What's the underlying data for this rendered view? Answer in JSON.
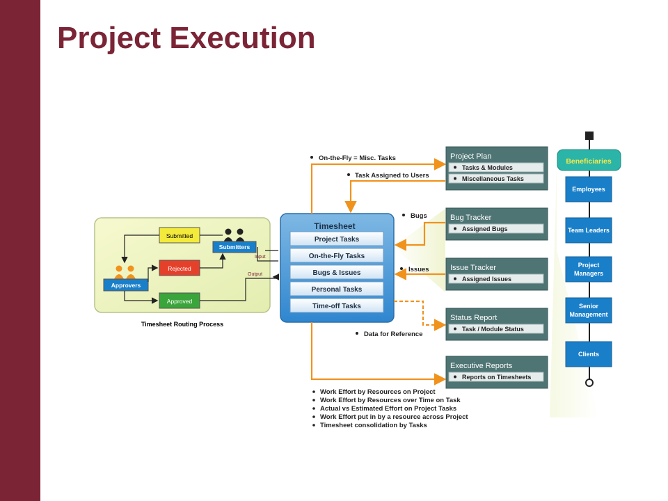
{
  "slide": {
    "title": "Project Execution"
  },
  "colors": {
    "accent": "#7b2436",
    "orange": "#f0921c",
    "panel": "#4f7474",
    "blue": "#1a7fc9",
    "beneficiary": "#2bb5a8"
  },
  "routing": {
    "caption": "Timesheet Routing Process",
    "submitted": "Submitted",
    "rejected": "Rejected",
    "approved": "Approved",
    "submitters": "Submitters",
    "approvers": "Approvers",
    "input": "Input",
    "output": "Output"
  },
  "timesheet": {
    "title": "Timesheet",
    "items": [
      "Project Tasks",
      "On-the-Fly Tasks",
      "Bugs & Issues",
      "Personal Tasks",
      "Time-off Tasks"
    ]
  },
  "panels": [
    {
      "title": "Project Plan",
      "items": [
        "Tasks & Modules",
        "Miscellaneous Tasks"
      ]
    },
    {
      "title": "Bug Tracker",
      "items": [
        "Assigned Bugs"
      ]
    },
    {
      "title": "Issue Tracker",
      "items": [
        "Assigned Issues"
      ]
    },
    {
      "title": "Status Report",
      "items": [
        "Task / Module Status"
      ]
    },
    {
      "title": "Executive Reports",
      "items": [
        "Reports on Timesheets"
      ]
    }
  ],
  "flows": {
    "on_the_fly": "On-the-Fly = Misc. Tasks",
    "task_assigned": "Task Assigned to Users",
    "bugs": "Bugs",
    "issues": "Issues",
    "data_reference": "Data for Reference"
  },
  "reports_list": [
    "Work Effort by Resources on Project",
    "Work Effort by Resources over Time on Task",
    "Actual vs Estimated Effort on Project Tasks",
    "Work Effort put in by a resource across Project",
    "Timesheet consolidation by Tasks"
  ],
  "beneficiaries": {
    "title": "Beneficiaries",
    "items": [
      "Employees",
      "Team Leaders",
      "Project Managers",
      "Senior Management",
      "Clients"
    ]
  }
}
